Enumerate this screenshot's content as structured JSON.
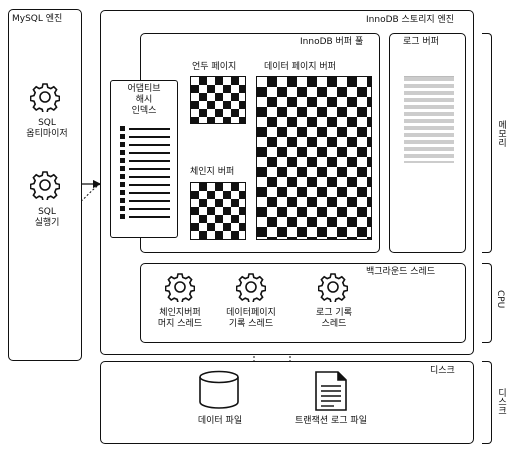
{
  "mysql_engine": {
    "title": "MySQL 엔진",
    "optimizer": "SQL\n옵티마이저",
    "executor": "SQL\n실행기"
  },
  "innodb": {
    "title": "InnoDB 스토리지 엔진",
    "buffer_pool": {
      "title": "InnoDB 버퍼 풀",
      "adaptive_hash": "어댑티브\n해시\n인덱스",
      "undo_page": "언두 페이지",
      "change_buffer": "체인지 버퍼",
      "data_page_buffer": "데이터 페이지 버퍼"
    },
    "log_buffer": "로그 버퍼",
    "background": {
      "title": "백그라운드 스레드",
      "merge_thread": "체인지버퍼\n머지 스레드",
      "data_write_thread": "데이터페이지\n기록 스레드",
      "log_write_thread": "로그 기록\n스레드"
    }
  },
  "disk": {
    "title": "디스크",
    "data_file": "데이터 파일",
    "log_file": "트랜잭션 로그 파일"
  },
  "side_labels": {
    "memory": "메모리",
    "cpu": "CPU",
    "disk": "디스크"
  }
}
